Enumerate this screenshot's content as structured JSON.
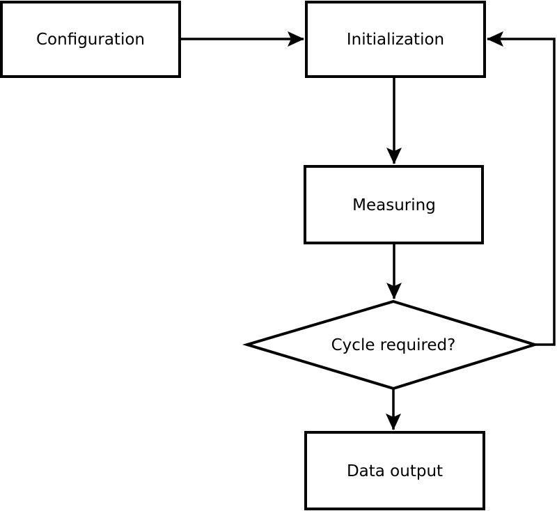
{
  "diagram": {
    "type": "flowchart",
    "background_color": "#ffffff",
    "stroke_color": "#000000",
    "fill_color": "#ffffff",
    "text_color": "#000000",
    "nodes": {
      "configuration": {
        "label": "Configuration",
        "shape": "rectangle"
      },
      "initialization": {
        "label": "Initialization",
        "shape": "rectangle"
      },
      "measuring": {
        "label": "Measuring",
        "shape": "rectangle"
      },
      "decision": {
        "label": "Cycle required?",
        "shape": "diamond"
      },
      "data_output": {
        "label": "Data output",
        "shape": "rectangle"
      }
    },
    "edges": [
      {
        "from": "configuration",
        "to": "initialization",
        "style": "arrow"
      },
      {
        "from": "initialization",
        "to": "measuring",
        "style": "arrow"
      },
      {
        "from": "measuring",
        "to": "decision",
        "style": "arrow"
      },
      {
        "from": "decision",
        "to": "data_output",
        "style": "arrow"
      },
      {
        "from": "decision",
        "to": "initialization",
        "style": "arrow-loop-back"
      }
    ]
  }
}
